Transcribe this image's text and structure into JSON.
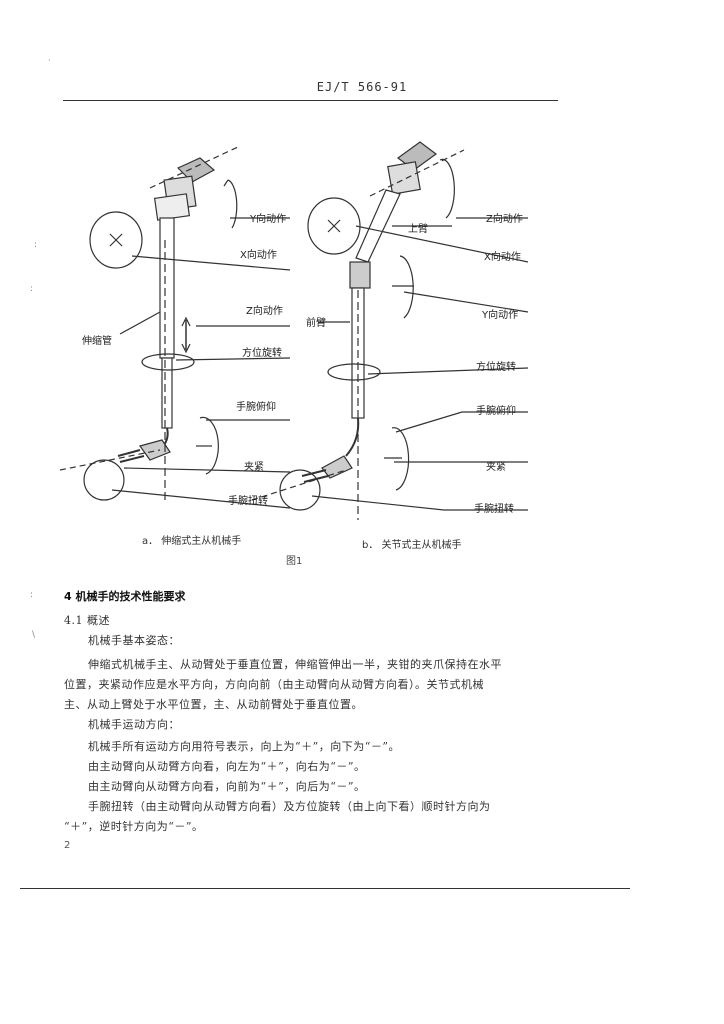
{
  "header": {
    "code": "EJ/T 566-91"
  },
  "figure": {
    "left_labels": {
      "y": "Y向动作",
      "x": "X向动作",
      "z": "Z向动作",
      "telescope": "伸缩管",
      "azimuth": "方位旋转",
      "wrist_pitch": "手腕俯仰",
      "clamp": "夹紧",
      "wrist_twist": "手腕扭转"
    },
    "right_labels": {
      "z": "Z向动作",
      "upper_arm": "上臂",
      "x": "X向动作",
      "forearm": "前臂",
      "y": "Y向动作",
      "azimuth": "方位旋转",
      "wrist_pitch": "手腕俯仰",
      "clamp": "夹紧",
      "wrist_twist": "手腕扭转"
    },
    "caption_a": "a．  伸缩式主从机械手",
    "caption_b": "b．  关节式主从机械手",
    "number": "图1"
  },
  "section": {
    "heading": "4   机械手的技术性能要求",
    "sub": "4.1    概述",
    "lines": [
      "机械手基本姿态：",
      "伸缩式机械手主、从动臂处于垂直位置，伸缩管伸出一半，夹钳的夹爪保持在水平",
      "位置，夹紧动作应是水平方向，方向向前（由主动臂向从动臂方向看）。关节式机械",
      "主、从动上臂处于水平位置，主、从动前臂处于垂直位置。",
      "机械手运动方向：",
      "机械手所有运动方向用符号表示，向上为“＋”，向下为“－”。",
      "由主动臂向从动臂方向看，向左为“＋”，向右为“－”。",
      "由主动臂向从动臂方向看，向前为“＋”，向后为“－”。",
      "手腕扭转（由主动臂向从动臂方向看）及方位旋转（由上向下看）顺时针方向为",
      "“＋”，逆时针方向为“－”。"
    ]
  },
  "page_number": "2",
  "margin_marks": [
    "·",
    ":",
    ":",
    ":",
    "\\"
  ]
}
